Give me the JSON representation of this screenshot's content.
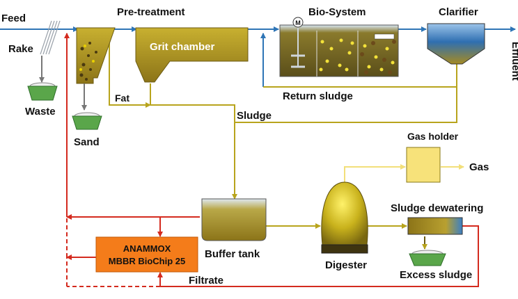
{
  "labels": {
    "feed": "Feed",
    "rake": "Rake",
    "waste": "Waste",
    "sand": "Sand",
    "pretreatment": "Pre-treatment",
    "grit_chamber": "Grit chamber",
    "fat": "Fat",
    "bio_system": "Bio-System",
    "clarifier": "Clarifier",
    "effluent": "Effluent",
    "return_sludge": "Return sludge",
    "sludge": "Sludge",
    "gas_holder": "Gas holder",
    "gas": "Gas",
    "buffer_tank": "Buffer tank",
    "digester": "Digester",
    "sludge_dewatering": "Sludge dewatering",
    "excess_sludge": "Excess sludge",
    "anammox_line1": "ANAMMOX",
    "anammox_line2": "MBBR BioChip 25",
    "filtrate": "Filtrate",
    "motor": "M"
  },
  "colors": {
    "water_line": "#2e75b6",
    "sludge_line": "#b8a41c",
    "filtrate_line": "#d42a1e",
    "gas_line": "#f2df7a",
    "tank_fill": "#a89020",
    "anammox_fill": "#f47c1a",
    "basket_fill": "#5aa64a",
    "gas_holder_fill": "#f7e27a"
  }
}
